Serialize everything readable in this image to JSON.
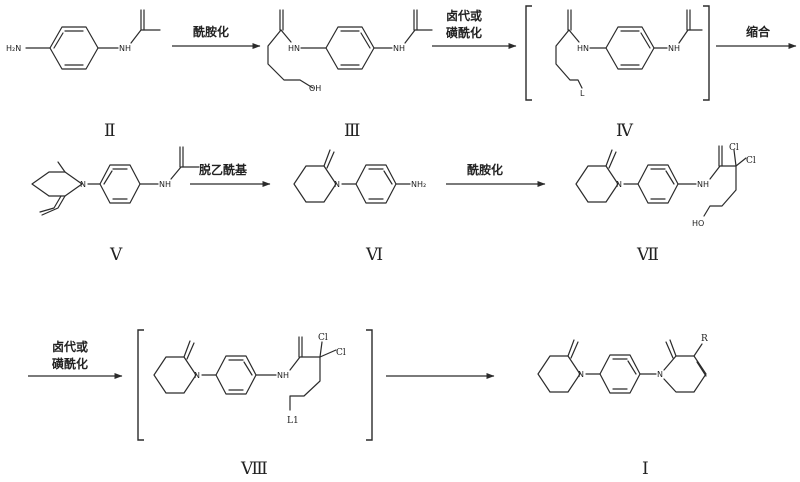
{
  "compounds": {
    "II": {
      "label": "Ⅱ",
      "atoms": {
        "amine": "H₂N",
        "nh": "NH"
      }
    },
    "III": {
      "label": "Ⅲ",
      "atoms": {
        "nh_left": "HN",
        "nh_right": "NH",
        "oh": "OH"
      }
    },
    "IV": {
      "label": "Ⅳ",
      "atoms": {
        "nh_left": "HN",
        "nh_right": "NH",
        "l": "L"
      }
    },
    "V": {
      "label": "Ⅴ",
      "atoms": {
        "n": "N",
        "nh": "NH"
      }
    },
    "VI": {
      "label": "Ⅵ",
      "atoms": {
        "n": "N",
        "nh2": "NH₂"
      }
    },
    "VII": {
      "label": "Ⅶ",
      "atoms": {
        "n": "N",
        "nh": "NH",
        "cl1": "Cl",
        "cl2": "Cl",
        "ho": "HO"
      }
    },
    "VIII": {
      "label": "Ⅷ",
      "atoms": {
        "n": "N",
        "nh": "NH",
        "cl1": "Cl",
        "cl2": "Cl",
        "l1": "L1"
      }
    },
    "I": {
      "label": "Ⅰ",
      "atoms": {
        "n1": "N",
        "n2": "N",
        "r": "R"
      }
    }
  },
  "conditions": {
    "step1": "酰胺化",
    "step2_line1": "卤代或",
    "step2_line2": "磺酰化",
    "step3": "缩合",
    "step4": "脱乙酰基",
    "step5": "酰胺化",
    "step6_line1": "卤代或",
    "step6_line2": "磺酰化"
  }
}
